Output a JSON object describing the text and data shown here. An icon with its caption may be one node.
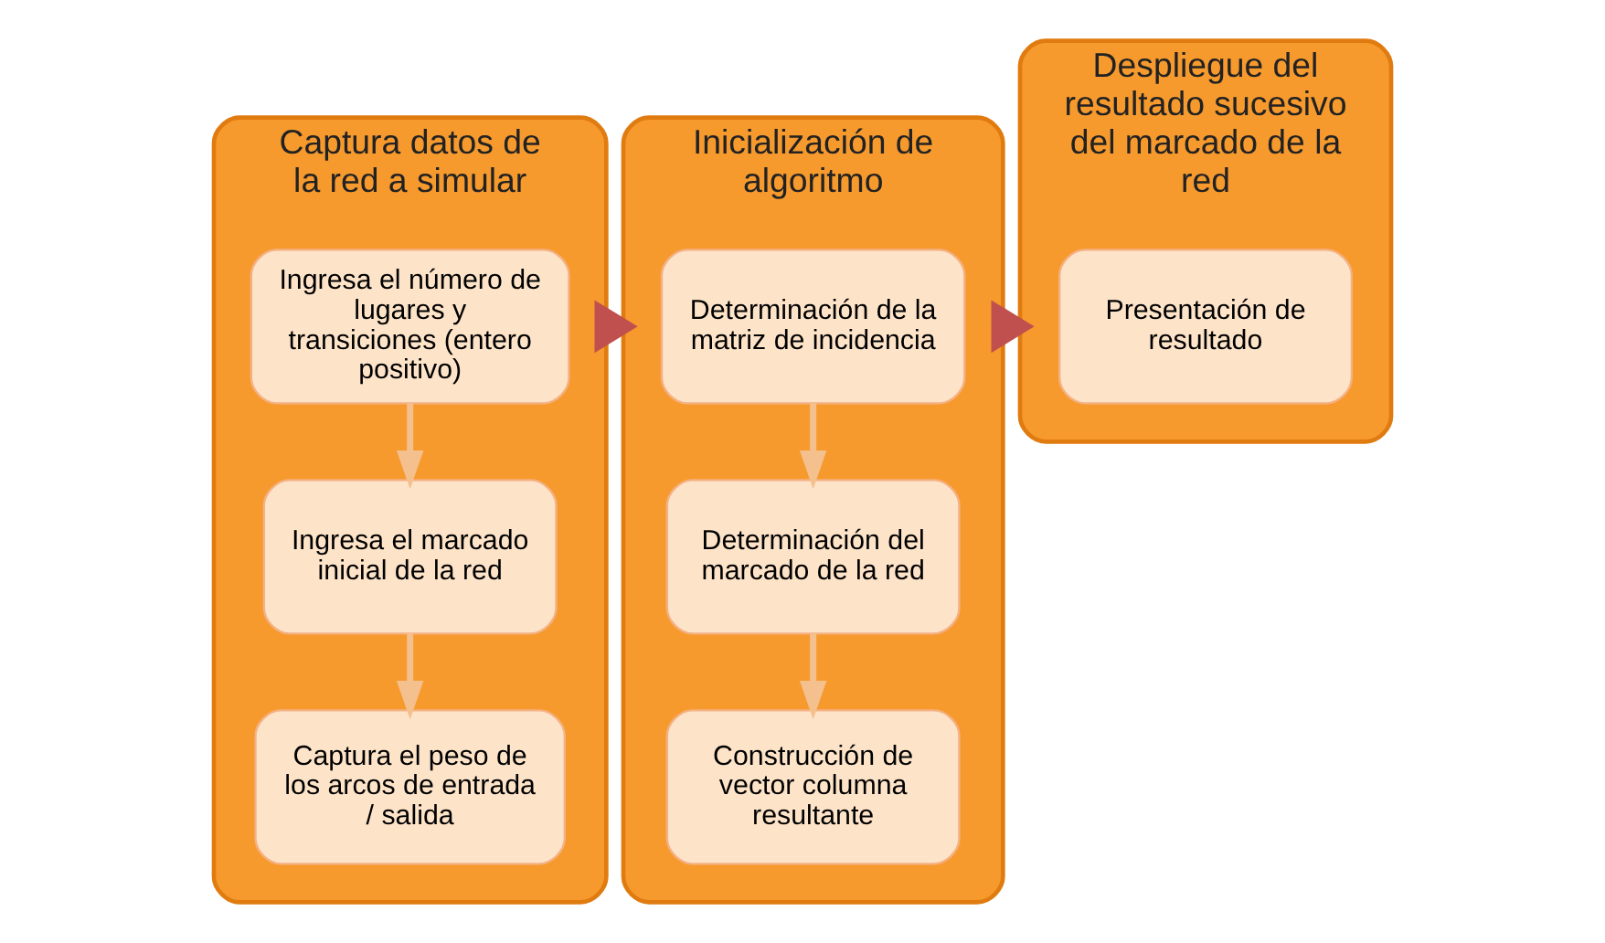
{
  "diagram": {
    "nodes": [
      {
        "text": [
          "Captura datos de la red a simular"
        ]
      },
      {
        "text": [
          "Ingresa el número de lugares y transiciones (entero positivo)"
        ],
        "in": 0
      },
      {
        "text": [
          "Ingresa el marcado inicial de la red"
        ],
        "in": 0
      },
      {
        "text": [
          "Captura el peso de los arcos de entrada / salida"
        ],
        "in": 0
      },
      {
        "text": [
          "Inicialización de algoritmo"
        ]
      },
      {
        "text": [
          "Determinación de la matriz de incidencia"
        ],
        "in": 4
      },
      {
        "text": [
          "Determinación del marcado de la red"
        ],
        "in": 4
      },
      {
        "text": [
          "Construcción de vector columna resultante"
        ],
        "in": 4
      },
      {
        "text": [
          "Despliegue del resultado sucesivo del marcado de la red"
        ]
      },
      {
        "text": [
          "Presentación de resultado"
        ],
        "in": 8
      }
    ],
    "edges": [
      {
        "from": 1,
        "to": 2,
        "arrow": "to"
      },
      {
        "from": 2,
        "to": 3,
        "arrow": "to"
      },
      {
        "from": 5,
        "to": 6,
        "arrow": "to"
      },
      {
        "from": 6,
        "to": 7,
        "arrow": "to"
      },
      {
        "from": 0,
        "to": 4,
        "arrow": "to",
        "style": "thick",
        "color": "#c0504d"
      },
      {
        "from": 4,
        "to": 8,
        "arrow": "to",
        "style": "thick",
        "color": "#c0504d"
      }
    ]
  }
}
